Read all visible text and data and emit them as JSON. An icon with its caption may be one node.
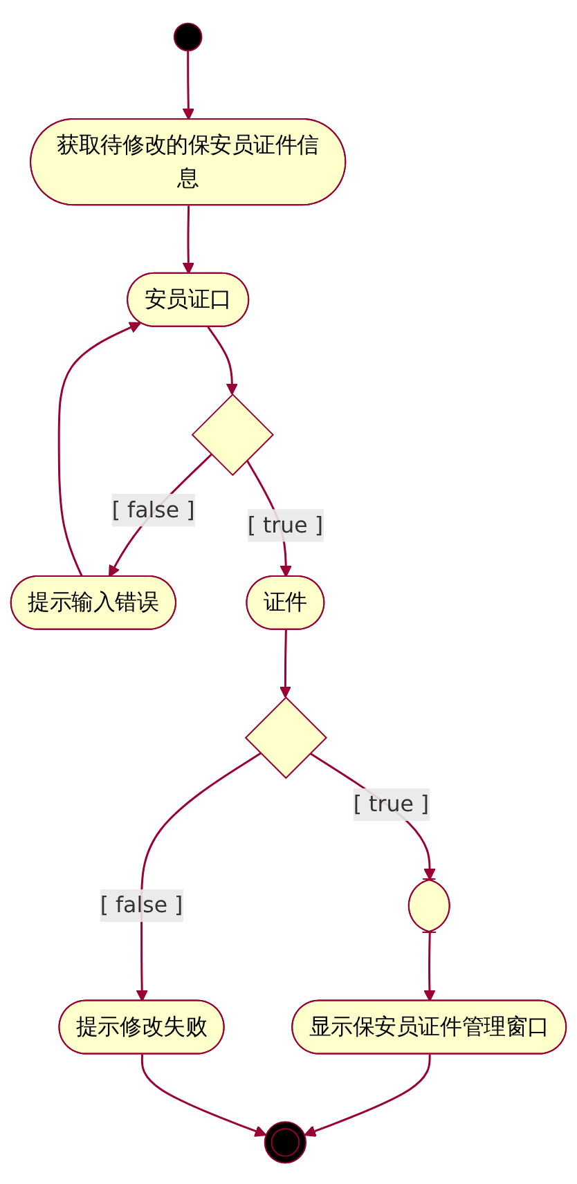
{
  "diagram": {
    "nodes": [
      {
        "text": [],
        "shape": "circle"
      },
      {
        "text": [
          "获取待修改的保安员证件信息"
        ]
      },
      {
        "text": [
          "安员证口"
        ]
      },
      {
        "text": [],
        "shape": "diamond"
      },
      {
        "text": [
          "提示输入错误"
        ]
      },
      {
        "text": [
          "证件"
        ]
      },
      {
        "text": [],
        "shape": "diamond"
      },
      {
        "text": [
          "提示修改失败"
        ]
      },
      {
        "text": [],
        "shape": "box"
      },
      {
        "text": [
          "显示保安员证件管理窗口"
        ]
      },
      {
        "text": [],
        "shape": "circle"
      }
    ],
    "edges": [
      {
        "from": 0,
        "to": 1,
        "arrow": "to"
      },
      {
        "from": 1,
        "to": 2,
        "arrow": "to"
      },
      {
        "from": 2,
        "to": 3,
        "arrow": "to"
      },
      {
        "from": 3,
        "to": 4,
        "arrow": "to",
        "label": "[ false ]"
      },
      {
        "from": 4,
        "to": 2,
        "arrow": "to"
      },
      {
        "from": 3,
        "to": 5,
        "arrow": "to",
        "label": "[ true ]"
      },
      {
        "from": 5,
        "to": 6,
        "arrow": "to"
      },
      {
        "from": 6,
        "to": 7,
        "arrow": "to",
        "label": "[ false ]"
      },
      {
        "from": 6,
        "to": 8,
        "arrow": "to",
        "label": "[ true ]"
      },
      {
        "from": 8,
        "to": 9,
        "arrow": "to"
      },
      {
        "from": 9,
        "to": 10,
        "arrow": "to"
      },
      {
        "from": 7,
        "to": 10,
        "arrow": "to"
      }
    ]
  }
}
